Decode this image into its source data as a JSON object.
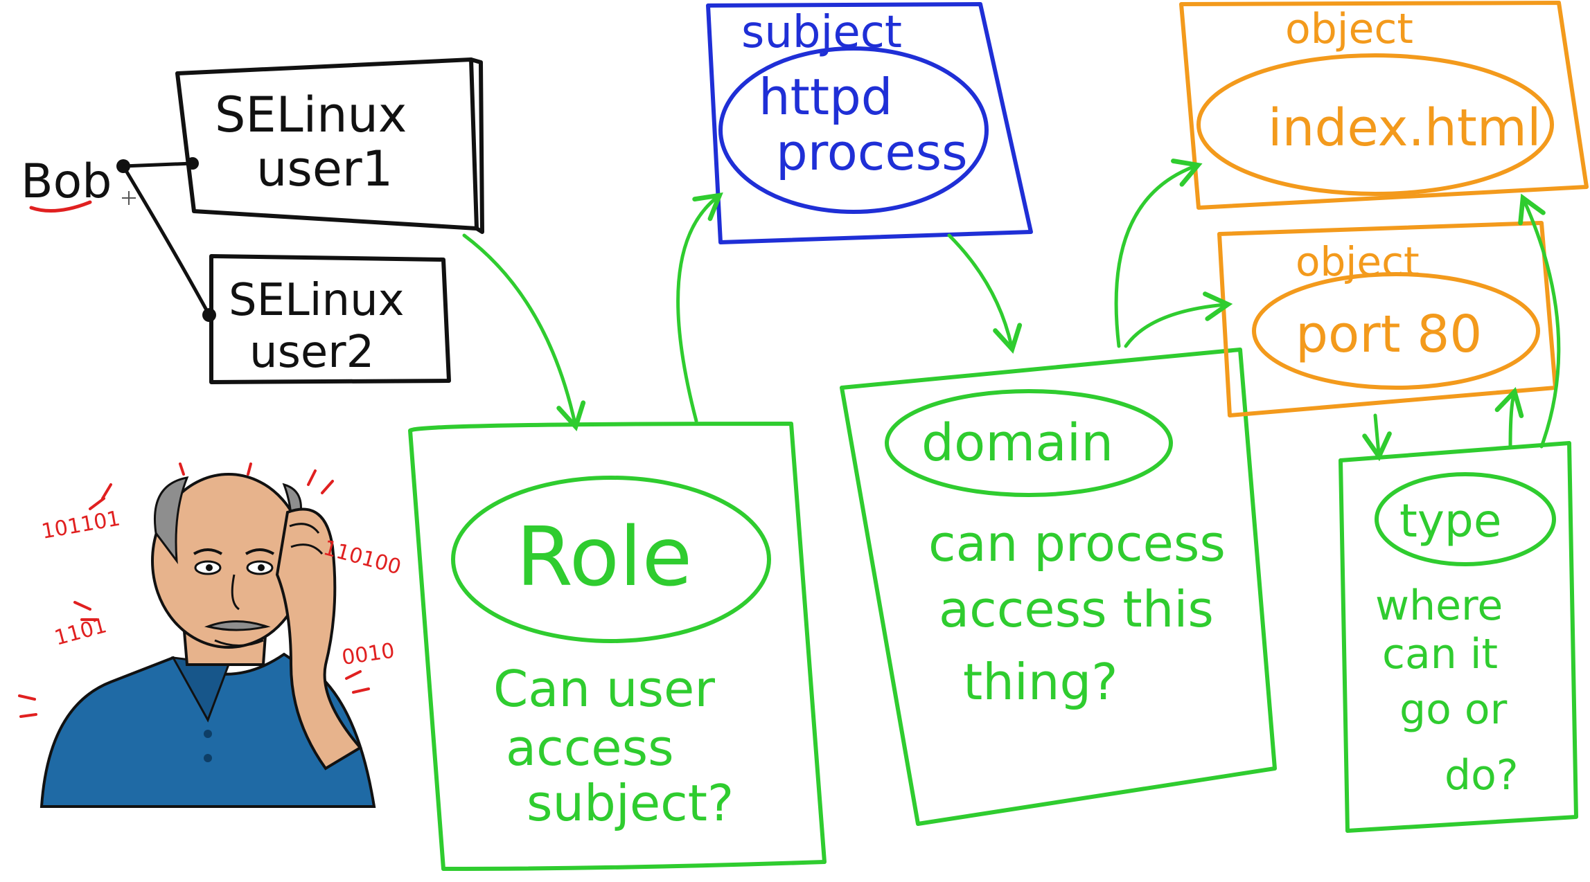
{
  "colors": {
    "black": "#111111",
    "blue": "#1f2fd6",
    "green": "#2fcc2f",
    "orange": "#f39a1c",
    "red": "#e02020",
    "shirt": "#1f6aa5",
    "skin": "#e7b38c"
  },
  "user": {
    "name": "Bob"
  },
  "selinux_users": [
    {
      "line1": "SELinux",
      "line2": "user1"
    },
    {
      "line1": "SELinux",
      "line2": "user2"
    }
  ],
  "role": {
    "title": "Role",
    "lines": [
      "Can  user",
      "access",
      "subject?"
    ]
  },
  "subject": {
    "header": "subject",
    "lines": [
      "httpd",
      "process"
    ]
  },
  "domain": {
    "title": "domain",
    "lines": [
      "can  process",
      "access  this",
      "thing?"
    ]
  },
  "objects": [
    {
      "header": "object",
      "name": "index.html"
    },
    {
      "header": "object",
      "name": "port 80"
    }
  ],
  "type": {
    "title": "type",
    "lines": [
      "where",
      "can  it",
      "go  or",
      "do?"
    ]
  },
  "confusion_numbers": [
    "101101",
    "110100",
    "1101",
    "0010"
  ],
  "icons": {
    "person": "confused-man-illustration",
    "cursor": "crosshair-cursor-icon"
  }
}
